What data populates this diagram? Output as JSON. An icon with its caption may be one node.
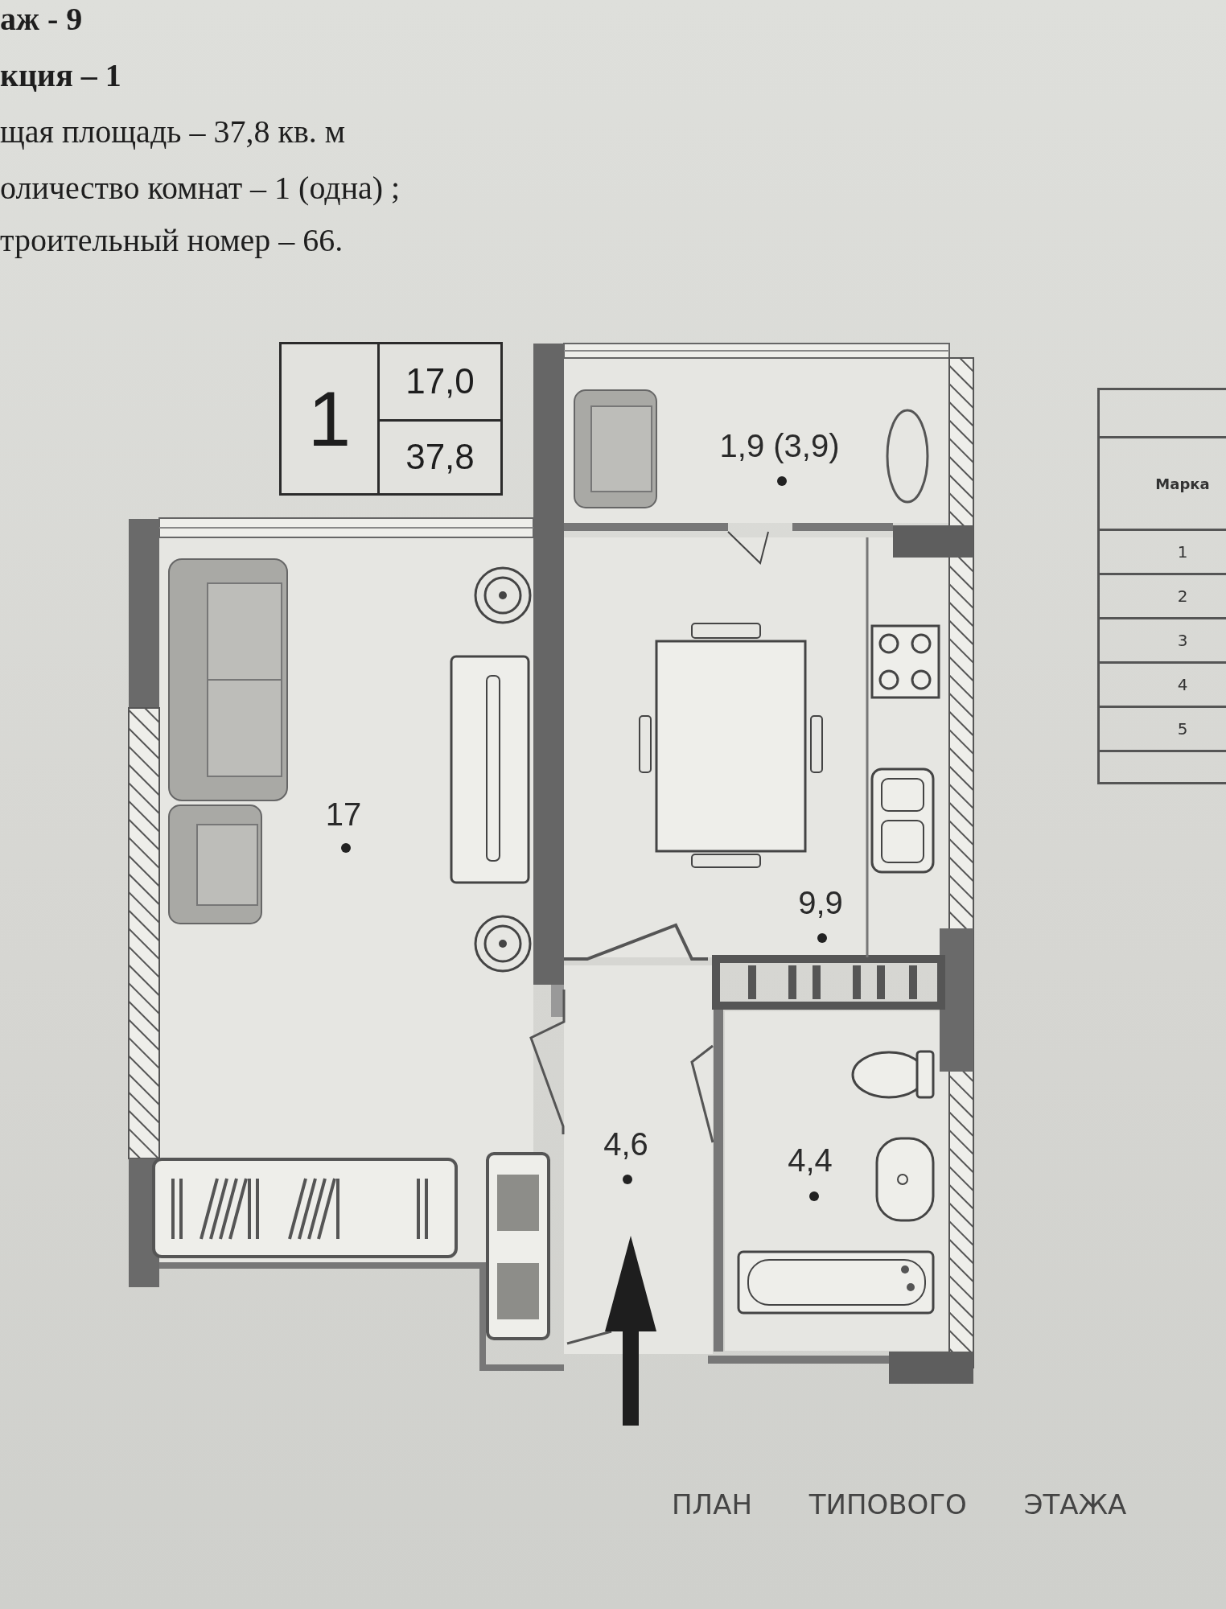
{
  "diagram": {
    "caption": "ПЛАН ТИПОВОГО ЭТАЖА",
    "nodes": [
      {
        "text": [
          "1",
          "17,0",
          "37,8"
        ]
      },
      {
        "text": [
          "1,9 (3,9)"
        ]
      },
      {
        "text": [
          "17"
        ]
      },
      {
        "text": [
          "9,9"
        ]
      },
      {
        "text": [
          "4,6"
        ]
      },
      {
        "text": [
          "4,4"
        ]
      }
    ],
    "labels": [
      "аж - 9",
      "кция – 1",
      "щая площадь –  37,8 кв. м",
      "оличество комнат – 1 (одна) ;",
      "троительный номер – 66.",
      "Марка",
      "1",
      "2",
      "3",
      "4",
      "5"
    ]
  }
}
